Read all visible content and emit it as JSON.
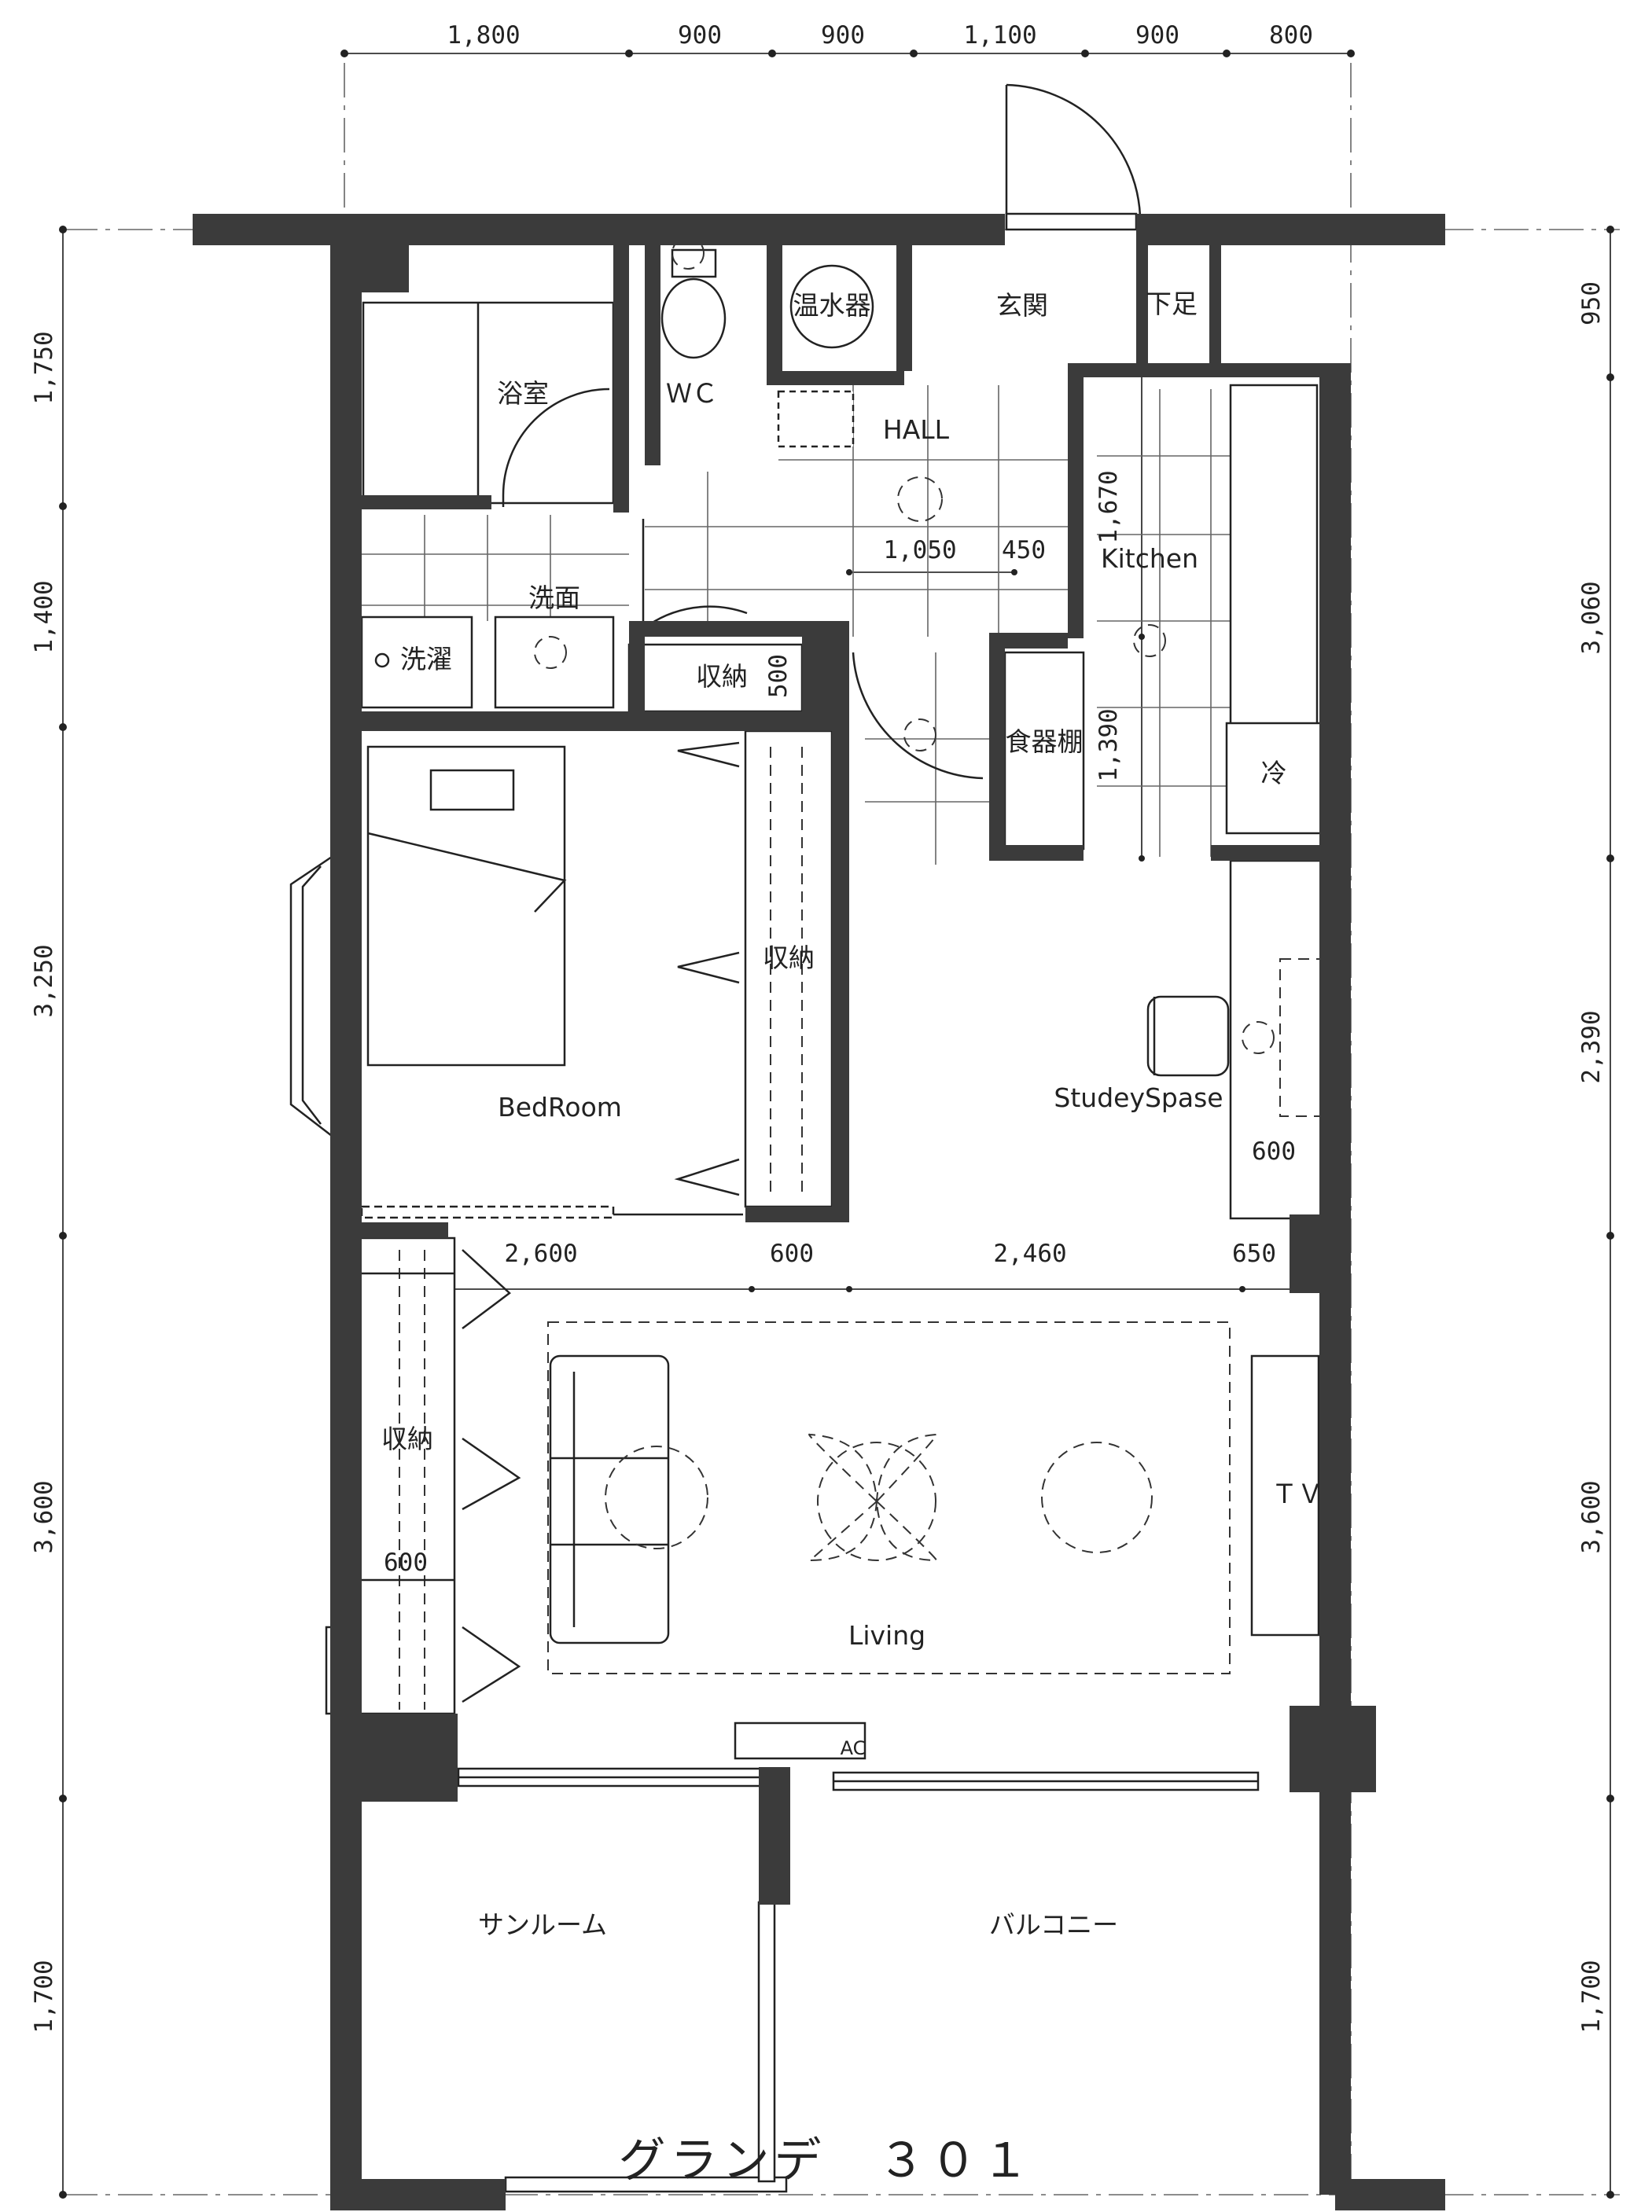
{
  "title": "グランデ　３０１",
  "rooms": {
    "bath": "浴室",
    "wc": "ＷＣ",
    "water_heater": "温水器",
    "entrance": "玄関",
    "shoe_area": "下足",
    "hall": "HALL",
    "washroom": "洗面",
    "laundry": "洗濯",
    "storage": "収納",
    "kitchen": "Kitchen",
    "cupboard": "食器棚",
    "fridge": "冷",
    "bedroom": "BedRoom",
    "study": "StudeySpase",
    "living": "Living",
    "tv": "ＴＶ",
    "ac": "AC",
    "sunroom": "サンルーム",
    "balcony": "バルコニー"
  },
  "dimensions": {
    "top": [
      "1,800",
      "900",
      "900",
      "1,100",
      "900",
      "800"
    ],
    "left": [
      "1,750",
      "1,400",
      "3,250",
      "3,600",
      "1,700"
    ],
    "right": [
      "950",
      "3,060",
      "2,390",
      "3,600",
      "1,700"
    ],
    "hall_width": "1,050",
    "hall_side": "450",
    "kitchen_upper": "1,670",
    "kitchen_lower": "1,390",
    "storage_depth": "500",
    "desk_depth": "600",
    "living_row": [
      "2,600",
      "600",
      "2,460",
      "650"
    ],
    "living_storage": "600"
  }
}
